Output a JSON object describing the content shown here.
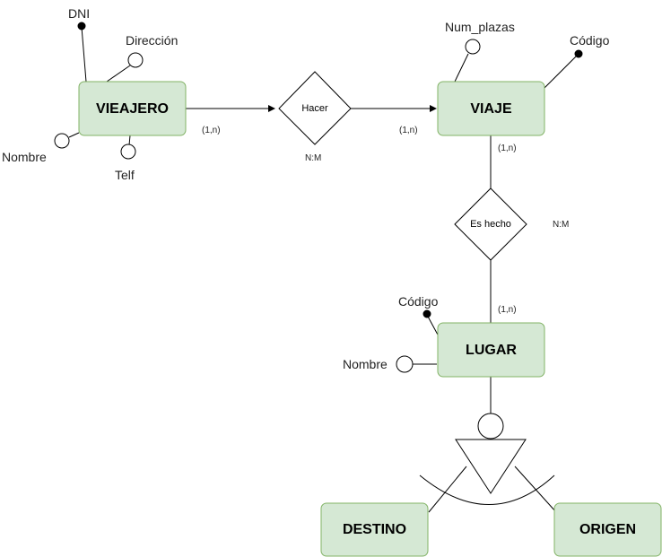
{
  "entities": {
    "viajero": "VIEAJERO",
    "viaje": "VIAJE",
    "lugar": "LUGAR",
    "destino": "DESTINO",
    "origen": "ORIGEN"
  },
  "relationships": {
    "hacer": {
      "label": "Hacer",
      "type": "N:M",
      "card_left": "(1,n)",
      "card_right": "(1,n)"
    },
    "es_hecho": {
      "label": "Es hecho",
      "type": "N:M",
      "card_top": "(1,n)",
      "card_bottom": "(1,n)"
    }
  },
  "attributes": {
    "viajero": {
      "dni": "DNI",
      "direccion": "Dirección",
      "nombre": "Nombre",
      "telf": "Telf"
    },
    "viaje": {
      "num_plazas": "Num_plazas",
      "codigo": "Código"
    },
    "lugar": {
      "codigo": "Código",
      "nombre": "Nombre"
    }
  }
}
